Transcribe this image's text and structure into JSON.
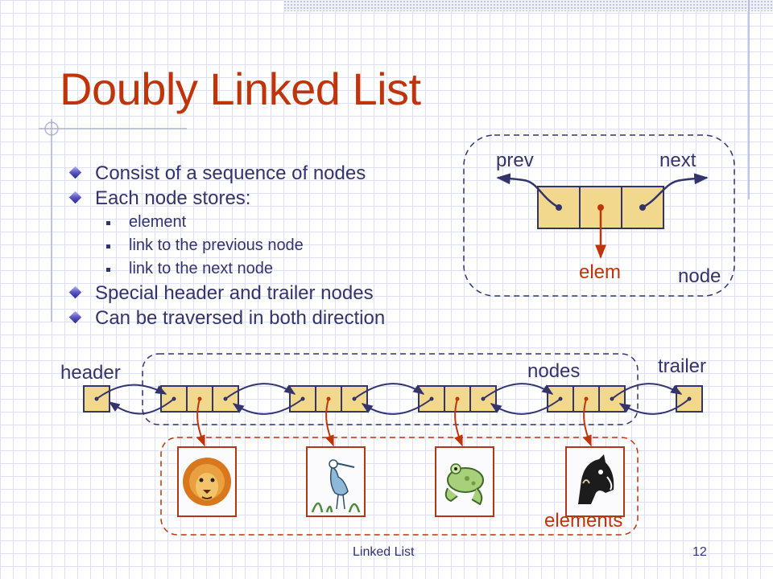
{
  "slide": {
    "title": "Doubly Linked List",
    "bullets": [
      {
        "text": "Consist of a sequence of nodes",
        "level": 1
      },
      {
        "text": "Each node stores:",
        "level": 1
      },
      {
        "text": "element",
        "level": 2
      },
      {
        "text": "link to the previous node",
        "level": 2
      },
      {
        "text": "link to the next node",
        "level": 2
      },
      {
        "text": "Special header and trailer nodes",
        "level": 1
      },
      {
        "text": "Can be traversed in both direction",
        "level": 1
      }
    ],
    "node_diagram": {
      "prev": "prev",
      "next": "next",
      "elem": "elem",
      "node": "node"
    },
    "list_diagram": {
      "header": "header",
      "trailer": "trailer",
      "nodes": "nodes",
      "elements": "elements"
    },
    "footer": {
      "center": "Linked List",
      "page": "12"
    }
  },
  "colors": {
    "title": "#c0340a",
    "text": "#33336e",
    "node_fill": "#f1d88c",
    "node_border": "#33336e",
    "element_arrow": "#c0340a",
    "link_arrow": "#33336e"
  },
  "icons": [
    "lion-icon",
    "heron-icon",
    "frog-icon",
    "horse-icon"
  ]
}
